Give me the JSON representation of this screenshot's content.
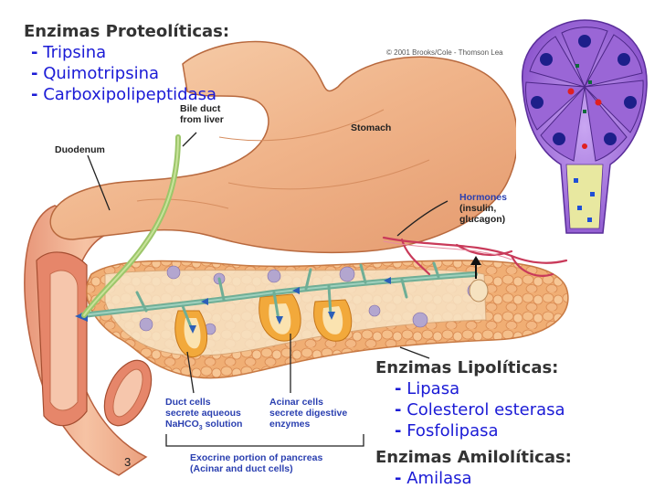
{
  "proteoliticas": {
    "title": "Enzimas Proteolíticas:",
    "items": [
      "Tripsina",
      "Quimotripsina",
      "Carboxipolipeptidasa"
    ]
  },
  "lipoliticas": {
    "title": "Enzimas Lipolíticas:",
    "items": [
      "Lipasa",
      "Colesterol esterasa",
      "Fosfolipasa"
    ]
  },
  "amiloliticas": {
    "title": "Enzimas Amilolíticas:",
    "items": [
      "Amilasa"
    ]
  },
  "bullet_dash": "-",
  "labels": {
    "copyright": "© 2001 Brooks/Cole - Thomson Lea",
    "bile_duct_1": "Bile duct",
    "bile_duct_2": "from liver",
    "stomach": "Stomach",
    "duodenum": "Duodenum",
    "hormones_1": "Hormones",
    "hormones_2": "(insulin,",
    "hormones_3": "glucagon)",
    "duct_cells_1": "Duct cells",
    "duct_cells_2": "secrete aqueous",
    "duct_cells_3_pre": "NaHCO",
    "duct_cells_3_sub": "3",
    "duct_cells_3_post": " solution",
    "acinar_1": "Acinar cells",
    "acinar_2": "secrete digestive",
    "acinar_3": "enzymes",
    "exocrine_1": "Exocrine portion of pancreas",
    "exocrine_2": "(Acinar and duct cells)"
  },
  "page_number": "3",
  "colors": {
    "heading": "#333333",
    "item": "#1b1bd6",
    "stomach": "#f0b48a",
    "pancreas": "#f2b27a",
    "duct": "#6fae96",
    "acinar_cell": "#9a66d6"
  }
}
